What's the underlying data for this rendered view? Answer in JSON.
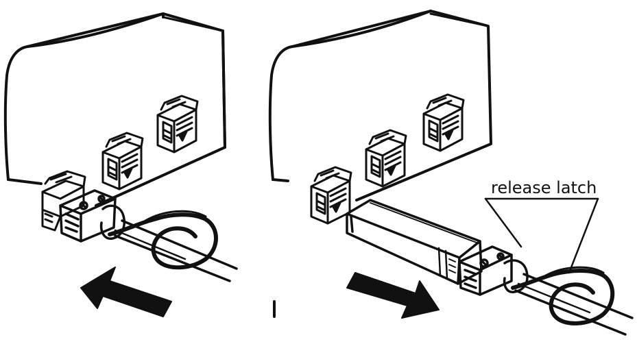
{
  "panels": {
    "insert": {
      "direction": "insert"
    },
    "remove": {
      "direction": "remove"
    }
  },
  "labels": {
    "release_latch": "release latch"
  },
  "colors": {
    "line": "#111111",
    "paper": "#ffffff"
  }
}
